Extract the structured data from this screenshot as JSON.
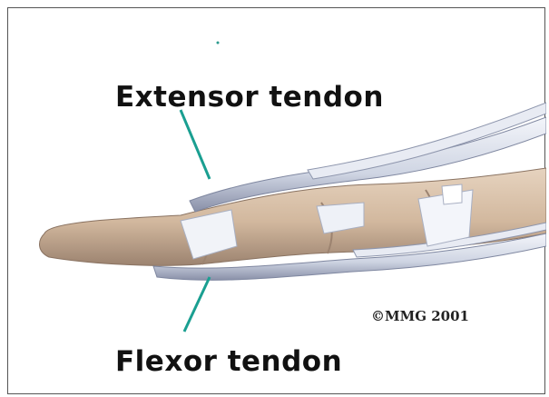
{
  "labels": {
    "extensor": "Extensor tendon",
    "flexor": "Flexor tendon"
  },
  "copyright": "©MMG 2001",
  "colors": {
    "leader_line": "#1a9f91",
    "bone": "#d7bfa6",
    "bone_shadow": "#a88e77",
    "tendon": "#dfe3ee",
    "tendon_shadow": "#8e96ad",
    "ligament": "#f2f4f9"
  }
}
